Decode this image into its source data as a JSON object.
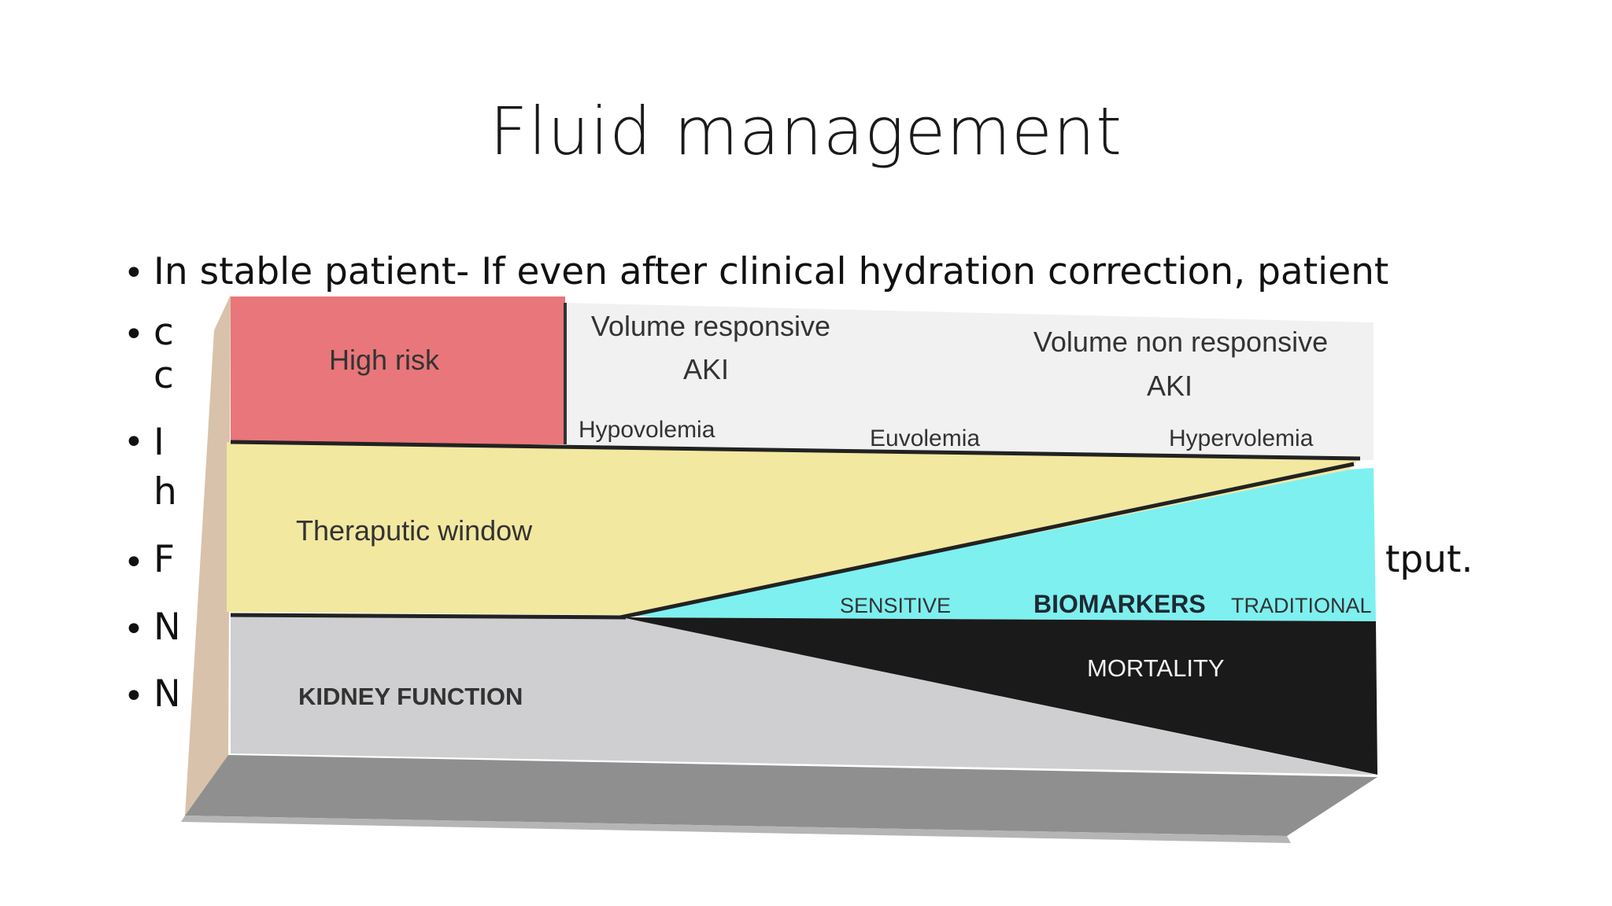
{
  "slide": {
    "title": "Fluid management",
    "bullets": [
      "In stable patient- If even after clinical hydration correction, patient",
      "tput."
    ]
  },
  "diagram": {
    "zones": {
      "high_risk": "High risk",
      "volume_responsive_line1": "Volume responsive",
      "volume_responsive_line2": "AKI",
      "volume_non_responsive_line1": "Volume non responsive",
      "volume_non_responsive_line2": "AKI",
      "therapeutic_window": "Theraputic window",
      "kidney_function": "KIDNEY FUNCTION",
      "mortality": "MORTALITY"
    },
    "volume_states": [
      "Hypovolemia",
      "Euvolemia",
      "Hypervolemia"
    ],
    "biomarkers": {
      "sensitive": "SENSITIVE",
      "label": "BIOMARKERS",
      "traditional": "TRADITIONAL"
    },
    "colors": {
      "high_risk": "#e9767a",
      "volume_band": "#f1f1f1",
      "therapeutic": "#f2e8a0",
      "biomarkers": "#7ef0f0",
      "mortality": "#1a1a1a",
      "kidney": "#cfcfd1",
      "side_face": "#d8c2ab",
      "bottom_face": "#8f8f8f"
    }
  }
}
